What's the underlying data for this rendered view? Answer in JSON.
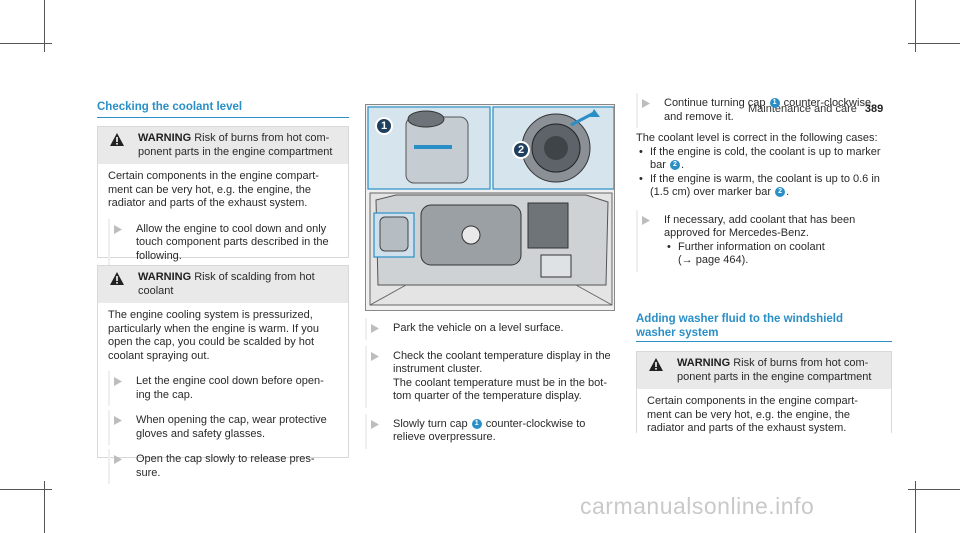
{
  "header": {
    "section": "Maintenance and care",
    "page_number": "389"
  },
  "col1": {
    "heading": "Checking the coolant level",
    "warning1": {
      "label": "WARNING",
      "text": "Risk of burns from hot com-ponent parts in the engine compartment",
      "body": "Certain components in the engine compart-ment can be very hot, e.g. the engine, the radiator and parts of the exhaust system.",
      "step": "Allow the engine to cool down and only touch component parts described in the following."
    },
    "warning2": {
      "label": "WARNING",
      "text": "Risk of scalding from hot coolant",
      "body": "The engine cooling system is pressurized, particularly when the engine is warm. If you open the cap, you could be scalded by hot coolant spraying out.",
      "steps": [
        "Let the engine cool down before open-ing the cap.",
        "When opening the cap, wear protective gloves and safety glasses.",
        "Open the cap slowly to release pres-sure."
      ]
    }
  },
  "figure": {
    "callout1": "1",
    "callout2": "2"
  },
  "col2": {
    "step1": "Park the vehicle on a level surface.",
    "step2_line1": "Check the coolant temperature display in the instrument cluster.",
    "step2_line2": "The coolant temperature must be in the bot-tom quarter of the temperature display.",
    "step3_pre": "Slowly turn cap",
    "step3_post": "counter-clockwise to relieve overpressure."
  },
  "col3": {
    "step1_pre": "Continue turning cap",
    "step1_post": "counter-clockwise and remove it.",
    "para": "The coolant level is correct in the following cases:",
    "bullet1_pre": "If the engine is cold, the coolant is up to marker bar",
    "bullet2_pre": "If the engine is warm, the coolant is up to 0.6 in (1.5 cm) over marker bar",
    "step2": "If necessary, add coolant that has been approved for Mercedes-Benz.",
    "bullet3": "Further information on coolant",
    "bullet3_ref": "(→ page 464).",
    "heading2": "Adding washer fluid to the windshield washer system",
    "warning3": {
      "label": "WARNING",
      "text": "Risk of burns from hot com-ponent parts in the engine compartment",
      "body": "Certain components in the engine compart-ment can be very hot, e.g. the engine, the radiator and parts of the exhaust system."
    }
  },
  "callout_one": "1",
  "callout_two": "2",
  "period": ".",
  "watermark": "carmanualsonline.info"
}
